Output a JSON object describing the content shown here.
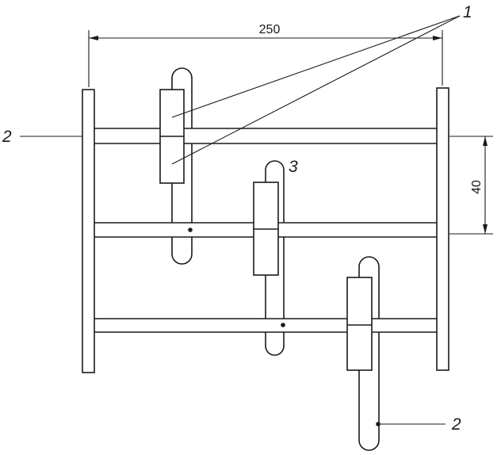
{
  "dimensions": {
    "width_label": "250",
    "spacing_label": "40"
  },
  "callouts": {
    "one": "1",
    "two_left": "2",
    "two_bottom": "2",
    "three": "3"
  }
}
